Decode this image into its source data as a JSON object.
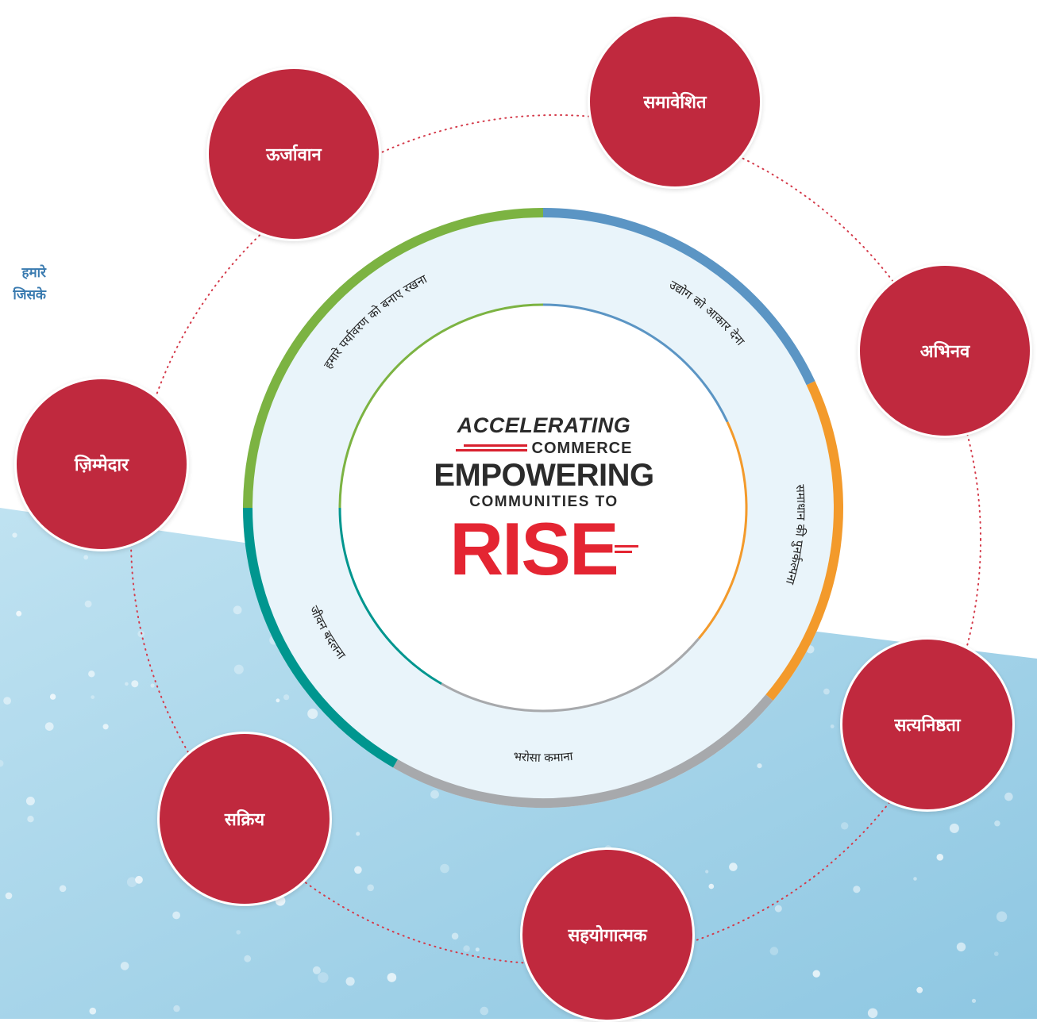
{
  "edge_text_lines": [
    "हमारे",
    "जिसके"
  ],
  "ring_segments": [
    {
      "label": "हमारे पर्यावरण को बनाए रखना",
      "color": "#7cb342"
    },
    {
      "label": "उद्योग को आकार देना",
      "color": "#5b95c4"
    },
    {
      "label": "समाधान की पुनर्कल्पना",
      "color": "#f39a2b"
    },
    {
      "label": "भरोसा कमाना",
      "color": "#a7a9ac"
    },
    {
      "label": "जीवन बदलना",
      "color": "#00968f"
    }
  ],
  "values": [
    {
      "label": "समावेशित"
    },
    {
      "label": "अभिनव"
    },
    {
      "label": "सत्यनिष्ठता"
    },
    {
      "label": "सहयोगात्मक"
    },
    {
      "label": "सक्रिय"
    },
    {
      "label": "ज़िम्मेदार"
    },
    {
      "label": "ऊर्जावान"
    }
  ],
  "logo": {
    "line1": "ACCELERATING",
    "line2": "COMMERCE",
    "line3": "EMPOWERING",
    "line4": "COMMUNITIES TO",
    "line5": "RISE"
  },
  "colors": {
    "node": "#c0293e",
    "ring_fill": "#e9f4fa",
    "wave": "#9fd0e6",
    "dots": "#d43a4a"
  }
}
